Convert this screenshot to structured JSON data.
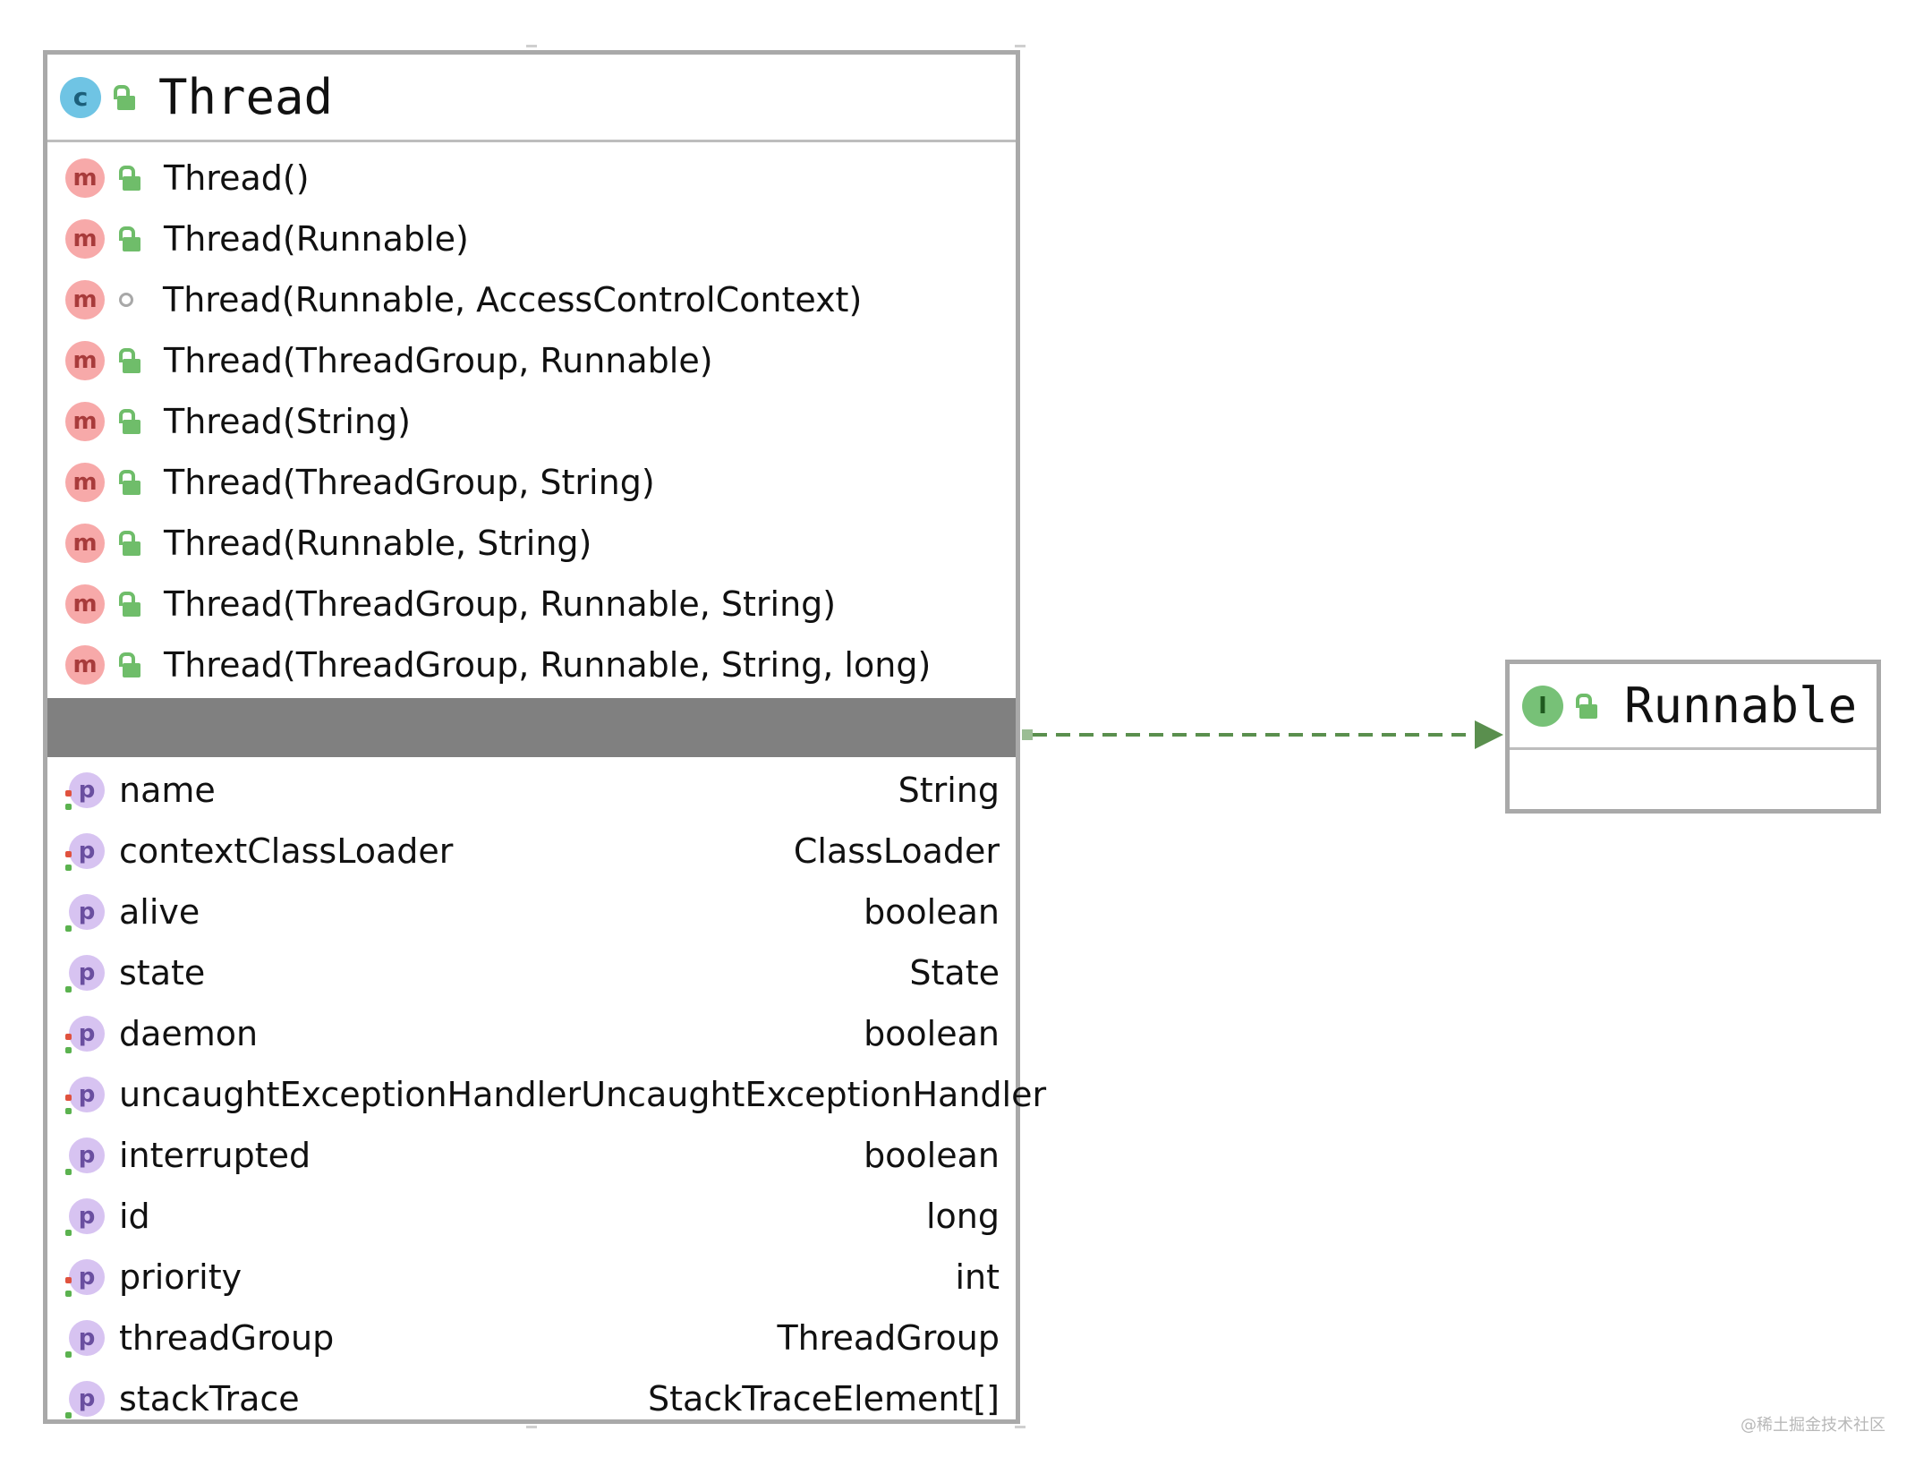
{
  "thread_class": {
    "title": "Thread",
    "class_badge": "c",
    "methods": [
      {
        "label": "Thread()",
        "visibility": "public"
      },
      {
        "label": "Thread(Runnable)",
        "visibility": "public"
      },
      {
        "label": "Thread(Runnable, AccessControlContext)",
        "visibility": "package"
      },
      {
        "label": "Thread(ThreadGroup, Runnable)",
        "visibility": "public"
      },
      {
        "label": "Thread(String)",
        "visibility": "public"
      },
      {
        "label": "Thread(ThreadGroup, String)",
        "visibility": "public"
      },
      {
        "label": "Thread(Runnable, String)",
        "visibility": "public"
      },
      {
        "label": "Thread(ThreadGroup, Runnable, String)",
        "visibility": "public"
      },
      {
        "label": "Thread(ThreadGroup, Runnable, String, long)",
        "visibility": "public"
      }
    ],
    "method_badge": "m",
    "property_badge": "p",
    "properties": [
      {
        "name": "name",
        "type": "String",
        "setter": true
      },
      {
        "name": "contextClassLoader",
        "type": "ClassLoader",
        "setter": true
      },
      {
        "name": "alive",
        "type": "boolean",
        "setter": false
      },
      {
        "name": "state",
        "type": "State",
        "setter": false
      },
      {
        "name": "daemon",
        "type": "boolean",
        "setter": true
      },
      {
        "name": "uncaughtExceptionHandler",
        "type": "UncaughtExceptionHandler",
        "setter": true
      },
      {
        "name": "interrupted",
        "type": "boolean",
        "setter": false
      },
      {
        "name": "id",
        "type": "long",
        "setter": false
      },
      {
        "name": "priority",
        "type": "int",
        "setter": true
      },
      {
        "name": "threadGroup",
        "type": "ThreadGroup",
        "setter": false
      },
      {
        "name": "stackTrace",
        "type": "StackTraceElement[]",
        "setter": false
      }
    ]
  },
  "runnable_interface": {
    "title": "Runnable",
    "interface_badge": "I"
  },
  "relation": {
    "type": "implements",
    "from": "Thread",
    "to": "Runnable",
    "style": "dashed",
    "color": "#5a8f4e"
  },
  "watermark": "@稀土掘金技术社区",
  "colors": {
    "class_badge": "#6fc4e4",
    "method_badge": "#f7a9a9",
    "property_badge": "#d7c3f1",
    "interface_badge": "#77c177",
    "separator": "#808080",
    "border": "#a9a9a9",
    "arrow": "#5a8f4e"
  }
}
